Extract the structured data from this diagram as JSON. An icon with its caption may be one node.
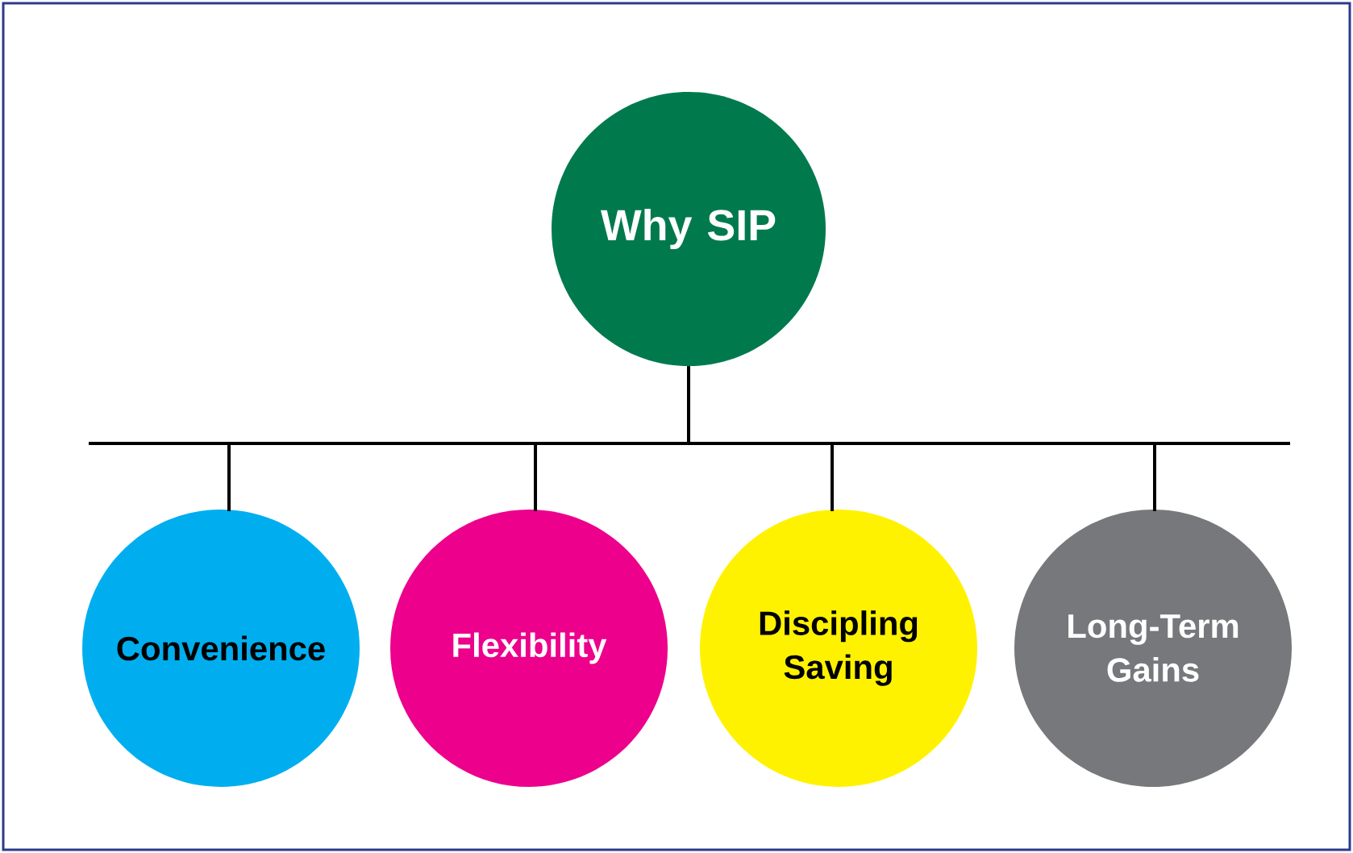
{
  "diagram": {
    "nodes": [
      {
        "text": [
          "Why SIP"
        ]
      },
      {
        "text": [
          "Convenience"
        ]
      },
      {
        "text": [
          "Flexibility"
        ]
      },
      {
        "text": [
          "Discipling Saving"
        ]
      },
      {
        "text": [
          "Long-Term Gains"
        ]
      }
    ],
    "edges": [
      {
        "from": 0,
        "to": 1,
        "arrow": "none"
      },
      {
        "from": 0,
        "to": 2,
        "arrow": "none"
      },
      {
        "from": 0,
        "to": 3,
        "arrow": "none"
      },
      {
        "from": 0,
        "to": 4,
        "arrow": "none"
      }
    ]
  }
}
